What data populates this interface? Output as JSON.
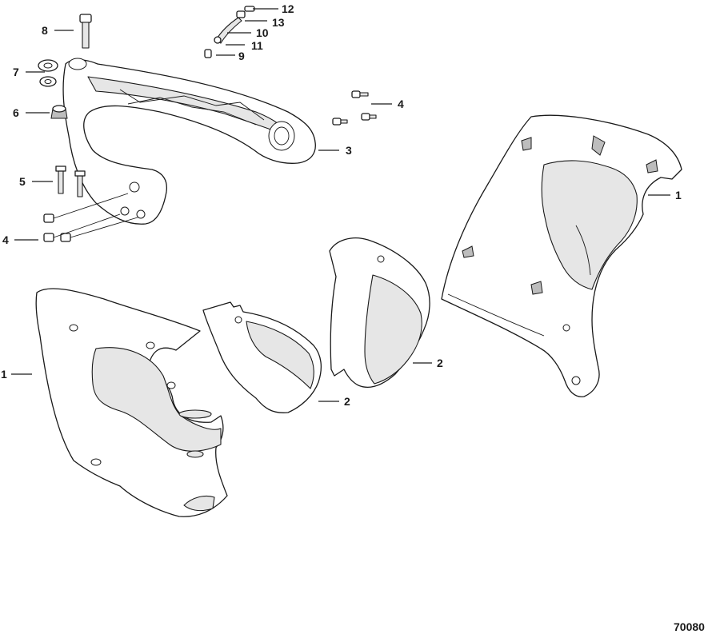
{
  "figure_number": "70080",
  "callouts": [
    "1",
    "1",
    "2",
    "2",
    "3",
    "4",
    "4",
    "5",
    "6",
    "7",
    "8",
    "9",
    "10",
    "11",
    "12",
    "13"
  ],
  "parts": {
    "cowl_side_left": "cowl-side-panel-icon",
    "cowl_side_right": "cowl-side-panel-icon",
    "inner_cover_center": "inner-cover-icon",
    "inner_cover_right": "inner-cover-icon",
    "support_bracket": "support-bracket-icon",
    "bolts": "bolt-icon",
    "washers": "washer-icon",
    "grommet": "grommet-icon",
    "hose_fitting": "hose-fitting-icon"
  }
}
